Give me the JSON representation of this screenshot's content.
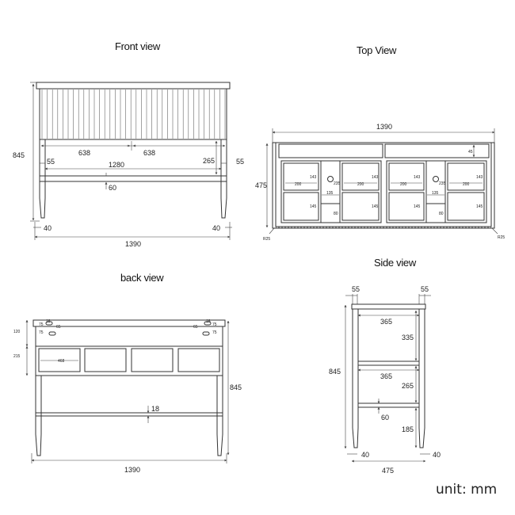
{
  "titles": {
    "front": "Front view",
    "top": "Top View",
    "back": "back view",
    "side": "Side view"
  },
  "unit_label": "unit: mm",
  "front": {
    "height": "845",
    "left_half": "638",
    "right_half": "638",
    "inner_width": "1280",
    "side_left": "55",
    "side_right": "55",
    "drawer_height": "265",
    "gap": "60",
    "leg_left": "40",
    "leg_right": "40",
    "width": "1390"
  },
  "top": {
    "width": "1390",
    "depth": "475",
    "top_rail": "45",
    "box_w_1": "200",
    "box_w_2": "200",
    "box_w_3": "200",
    "box_w_4": "200",
    "box_h_1": "143",
    "box_h_2": "143",
    "box_h_3": "143",
    "box_h_4": "143",
    "box_h_5": "145",
    "box_h_6": "145",
    "box_h_7": "145",
    "box_h_8": "145",
    "center_h_1": "235",
    "center_h_2": "235",
    "center_w_1": "135",
    "center_w_2": "135",
    "center_low_1": "80",
    "center_low_2": "80",
    "radius_left": "R25",
    "radius_right": "R25"
  },
  "back": {
    "rail": "120",
    "drawer_zone": "215",
    "hole_1": "75",
    "hole_2": "16",
    "hole_3": "65",
    "hole_4": "75",
    "hole_5": "65",
    "hole_6": "16",
    "hole_7": "75",
    "hole_8": "75",
    "panel_w": "468",
    "height": "845",
    "shelf": "18",
    "width": "1390"
  },
  "side": {
    "post_left": "55",
    "post_right": "55",
    "depth_upper": "365",
    "upper_h": "335",
    "depth_mid": "365",
    "mid_h": "265",
    "gap": "60",
    "leg_h": "185",
    "height": "845",
    "leg_left": "40",
    "leg_right": "40",
    "depth": "475"
  }
}
